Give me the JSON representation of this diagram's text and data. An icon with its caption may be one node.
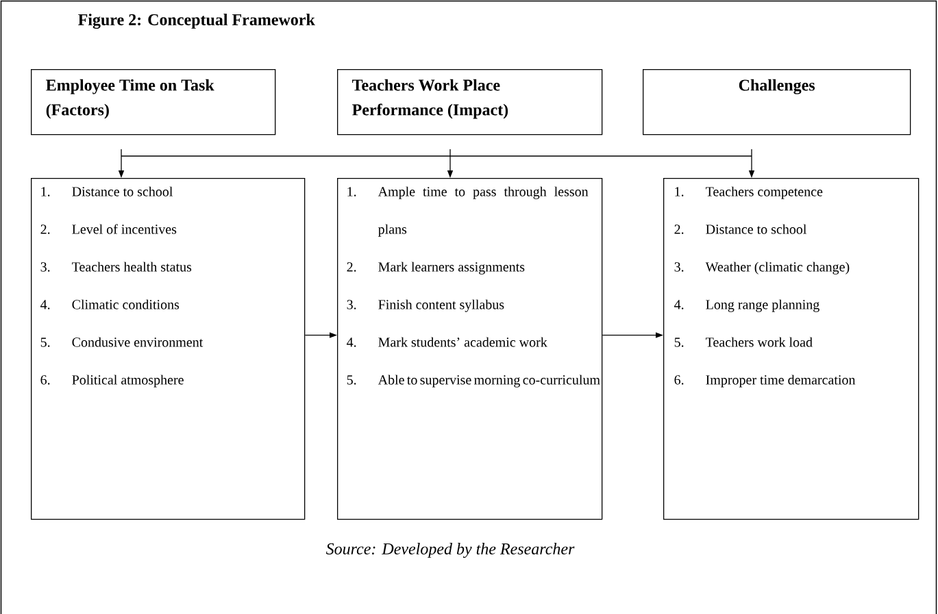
{
  "diagram": {
    "title": "Figure 2: Conceptual Framework",
    "caption": "Source: Developed by the Researcher",
    "nodes": [
      {
        "text": [
          "Employee Time on Task (Factors)"
        ]
      },
      {
        "text": [
          "Teachers Work Place Performance (Impact)"
        ]
      },
      {
        "text": [
          "Challenges"
        ]
      },
      {
        "text": [
          "1.",
          "Distance to school",
          "2.",
          "Level of incentives",
          "3.",
          "Teachers health status",
          "4.",
          "Climatic conditions",
          "5.",
          "Condusive environment",
          "6.",
          "Political atmosphere"
        ]
      },
      {
        "text": [
          "1.",
          "Ample time to pass through lesson plans",
          "2.",
          "Mark learners assignments",
          "3.",
          "Finish content syllabus",
          "4.",
          "Mark students’ academic work",
          "5.",
          "Able to supervise morning co-curriculum"
        ]
      },
      {
        "text": [
          "1.",
          "Teachers competence",
          "2.",
          "Distance to school",
          "3.",
          "Weather (climatic change)",
          "4.",
          "Long range planning",
          "5.",
          "Teachers work load",
          "6.",
          "Improper time demarcation"
        ]
      }
    ],
    "edges": [
      {
        "from": null,
        "to": 3,
        "arrow": "to"
      },
      {
        "from": null,
        "to": 4,
        "arrow": "to"
      },
      {
        "from": null,
        "to": 5,
        "arrow": "to"
      },
      {
        "from": 3,
        "to": 4,
        "arrow": "to"
      },
      {
        "from": 4,
        "to": 5,
        "arrow": "to"
      }
    ]
  }
}
